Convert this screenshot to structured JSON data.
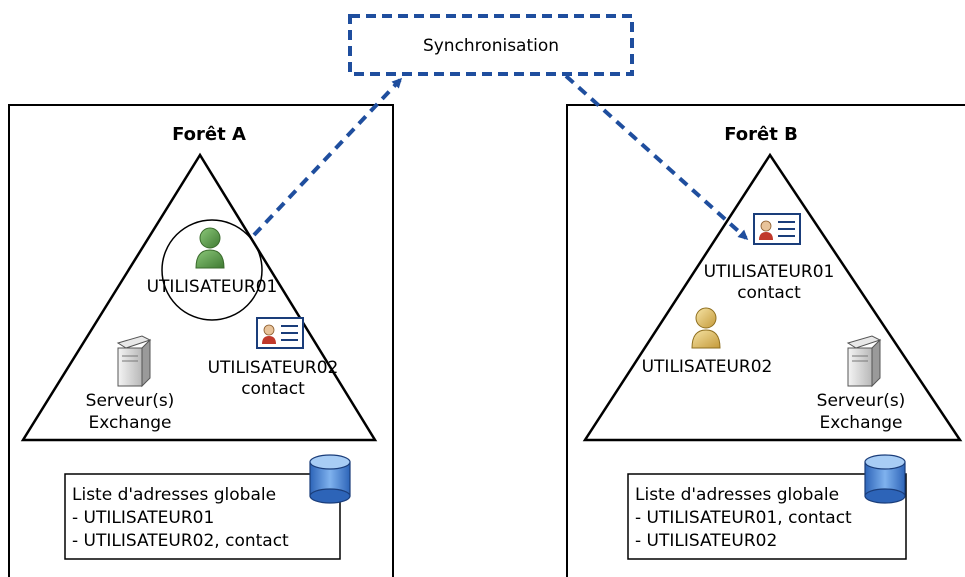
{
  "sync": {
    "label": "Synchronisation"
  },
  "forest_a": {
    "title": "Forêt A",
    "user_label": "UTILISATEUR01",
    "contact_label_1": "UTILISATEUR02",
    "contact_label_2": "contact",
    "server_label_1": "Serveur(s)",
    "server_label_2": "Exchange",
    "gal_title": "Liste d'adresses globale",
    "gal_items": [
      "- UTILISATEUR01",
      "- UTILISATEUR02, contact"
    ]
  },
  "forest_b": {
    "title": "Forêt B",
    "contact_label_1": "UTILISATEUR01",
    "contact_label_2": "contact",
    "user_label": "UTILISATEUR02",
    "server_label_1": "Serveur(s)",
    "server_label_2": "Exchange",
    "gal_title": "Liste d'adresses globale",
    "gal_items": [
      "- UTILISATEUR01, contact",
      "- UTILISATEUR02"
    ]
  },
  "colors": {
    "arrow": "#1f4e9e",
    "user_a": "#5a9a4a",
    "user_b": "#d9b85a",
    "contact_card_border": "#1a3d7a",
    "database": "#3a78c8"
  },
  "icons": [
    "user-icon",
    "contact-card-icon",
    "server-icon",
    "database-icon"
  ]
}
